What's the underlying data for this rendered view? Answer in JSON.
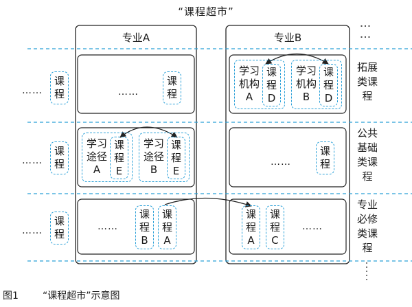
{
  "title": "“课程超市”",
  "caption": {
    "figure_no": "图1",
    "text": "“课程超市”示意图"
  },
  "columns": [
    {
      "label": "专业A"
    },
    {
      "label": "专业B"
    }
  ],
  "rows": [
    {
      "label": "拓展\n类课\n程"
    },
    {
      "label": "公共\n基础\n类课\n程"
    },
    {
      "label": "专业\n必修\n类课\n程"
    }
  ],
  "left_ellipsis": "……",
  "right_ellipsis": "⋮",
  "left_courses": [
    "课\n程",
    "课\n程",
    "课\n程"
  ],
  "cells": {
    "a1": {
      "dots": "……",
      "course": "课\n程"
    },
    "b1": {
      "unit1": "学习\n机构\nA",
      "course1": "课\n程\nD",
      "unit2": "学习\n机构\nB",
      "course2": "课\n程\nD"
    },
    "a2": {
      "unit1": "学习\n途径\nA",
      "course1": "课\n程\nE",
      "unit2": "学习\n途径\nB",
      "course2": "课\n程\nE"
    },
    "b2": {
      "dots": "……",
      "course": "课\n程"
    },
    "a3": {
      "dots": "……",
      "course1": "课\n程\nB",
      "course2": "课\n程\nA"
    },
    "b3": {
      "dots": "……",
      "course1": "课\n程\nA",
      "course2": "课\n程\nC"
    }
  },
  "colors": {
    "dashed": "#2aa0d8",
    "stroke": "#222222"
  }
}
